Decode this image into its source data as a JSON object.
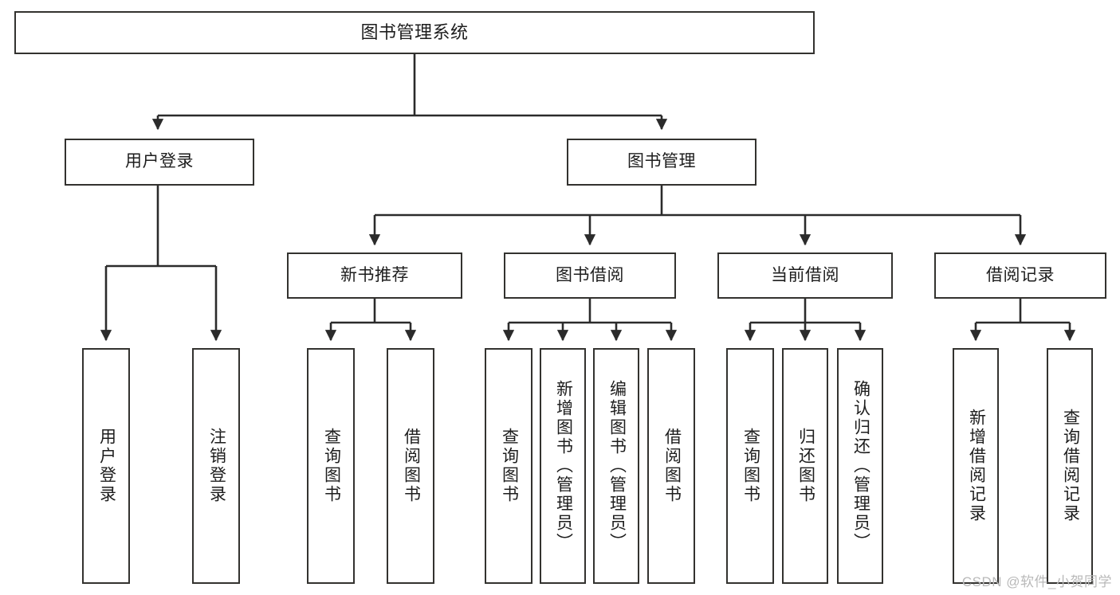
{
  "diagram": {
    "type": "hierarchy-tree",
    "title": "图书管理系统",
    "watermark": "CSDN @软件_小贺同学",
    "colors": {
      "box_border": "#33322f",
      "box_fill": "#ffffff",
      "connector": "#2b2b2b",
      "text": "#1d1d1d",
      "watermark": "#b9b9b9",
      "background": "#ffffff"
    },
    "root": {
      "label": "图书管理系统"
    },
    "tier1": [
      {
        "label": "用户登录"
      },
      {
        "label": "图书管理"
      }
    ],
    "tier2": [
      {
        "label": "新书推荐"
      },
      {
        "label": "图书借阅"
      },
      {
        "label": "当前借阅"
      },
      {
        "label": "借阅记录"
      }
    ],
    "leaves": {
      "user_login": [
        {
          "label": "用户登录"
        },
        {
          "label": "注销登录"
        }
      ],
      "new_book_recommend": [
        {
          "label": "查询图书"
        },
        {
          "label": "借阅图书"
        }
      ],
      "book_borrow": [
        {
          "label": "查询图书"
        },
        {
          "label": "新增图书（管理员）"
        },
        {
          "label": "编辑图书（管理员）"
        },
        {
          "label": "借阅图书"
        }
      ],
      "current_borrow": [
        {
          "label": "查询图书"
        },
        {
          "label": "归还图书"
        },
        {
          "label": "确认归还（管理员）"
        }
      ],
      "borrow_record": [
        {
          "label": "新增借阅记录"
        },
        {
          "label": "查询借阅记录"
        }
      ]
    }
  }
}
